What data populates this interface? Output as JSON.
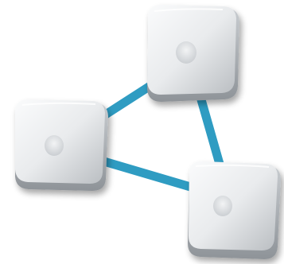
{
  "diagram": {
    "type": "network-mesh-triangle",
    "nodes": [
      {
        "id": "ap-top",
        "kind": "wireless-access-point"
      },
      {
        "id": "ap-left",
        "kind": "wireless-access-point"
      },
      {
        "id": "ap-bottom-right",
        "kind": "wireless-access-point"
      }
    ],
    "links": [
      {
        "from": "ap-left",
        "to": "ap-top"
      },
      {
        "from": "ap-top",
        "to": "ap-bottom-right"
      },
      {
        "from": "ap-left",
        "to": "ap-bottom-right"
      }
    ],
    "colors": {
      "link": "#2F9CC2",
      "device_body": "#E6E7E8",
      "device_shadow": "#A7ABAF",
      "device_highlight": "#FFFFFF",
      "device_led": "#BFC4C8",
      "background": "#FFFFFF"
    }
  }
}
